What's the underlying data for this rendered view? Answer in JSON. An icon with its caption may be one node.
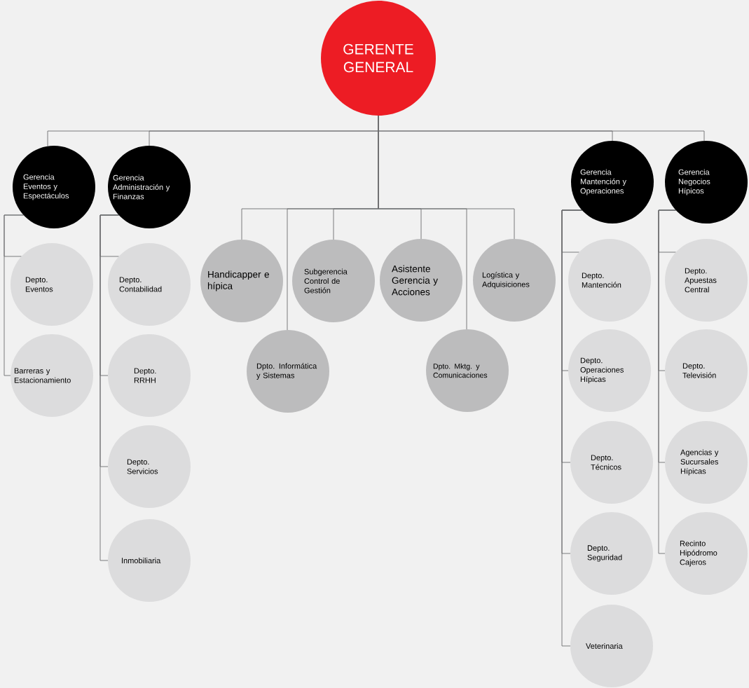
{
  "diagram": {
    "nodes": [
      {
        "text": [
          "GERENTE GENERAL"
        ]
      },
      {
        "text": [
          "Gerencia Eventos y Espectáculos"
        ]
      },
      {
        "text": [
          "Gerencia Administración y Finanzas"
        ]
      },
      {
        "text": [
          "Gerencia Mantención y Operaciones"
        ]
      },
      {
        "text": [
          "Gerencia Negocios Hípicos"
        ]
      },
      {
        "text": [
          "Handicapper e hípica"
        ]
      },
      {
        "text": [
          "Subgerencia Control de Gestión"
        ]
      },
      {
        "text": [
          "Asistente Gerencia y Acciones"
        ]
      },
      {
        "text": [
          "Logística y Adquisiciones"
        ]
      },
      {
        "text": [
          "Dpto. Informática y Sistemas"
        ]
      },
      {
        "text": [
          "Dpto. Mktg. y Comunicaciones"
        ]
      },
      {
        "text": [
          "Depto. Eventos"
        ]
      },
      {
        "text": [
          "Barreras y Estacionamiento"
        ]
      },
      {
        "text": [
          "Depto. Contabilidad"
        ]
      },
      {
        "text": [
          "Depto. RRHH"
        ]
      },
      {
        "text": [
          "Depto. Servicios"
        ]
      },
      {
        "text": [
          "Inmobiliaria"
        ]
      },
      {
        "text": [
          "Depto. Mantención"
        ]
      },
      {
        "text": [
          "Depto. Operaciones Hípicas"
        ]
      },
      {
        "text": [
          "Depto. Técnicos"
        ]
      },
      {
        "text": [
          "Depto. Seguridad"
        ]
      },
      {
        "text": [
          "Veterinaria"
        ]
      },
      {
        "text": [
          "Depto. Apuestas Central"
        ]
      },
      {
        "text": [
          "Depto. Televisión"
        ]
      },
      {
        "text": [
          "Agencias y Sucursales Hípicas"
        ]
      },
      {
        "text": [
          "Recinto Hipódromo Cajeros"
        ]
      }
    ],
    "edges": [
      {
        "from": 0,
        "to": 1,
        "arrow": "none"
      },
      {
        "from": 0,
        "to": 2,
        "arrow": "none"
      },
      {
        "from": 0,
        "to": 3,
        "arrow": "none"
      },
      {
        "from": 0,
        "to": 4,
        "arrow": "none"
      },
      {
        "from": 0,
        "to": 5,
        "arrow": "none"
      },
      {
        "from": 0,
        "to": 6,
        "arrow": "none"
      },
      {
        "from": 0,
        "to": 7,
        "arrow": "none"
      },
      {
        "from": 0,
        "to": 8,
        "arrow": "none"
      },
      {
        "from": 0,
        "to": 9,
        "arrow": "none"
      },
      {
        "from": 0,
        "to": 10,
        "arrow": "none"
      },
      {
        "from": 1,
        "to": 11,
        "arrow": "none"
      },
      {
        "from": 1,
        "to": 12,
        "arrow": "none"
      },
      {
        "from": 2,
        "to": 13,
        "arrow": "none"
      },
      {
        "from": 2,
        "to": 14,
        "arrow": "none"
      },
      {
        "from": 2,
        "to": 15,
        "arrow": "none"
      },
      {
        "from": 2,
        "to": 16,
        "arrow": "none"
      },
      {
        "from": 3,
        "to": 17,
        "arrow": "none"
      },
      {
        "from": 3,
        "to": 18,
        "arrow": "none"
      },
      {
        "from": 3,
        "to": 19,
        "arrow": "none"
      },
      {
        "from": 3,
        "to": 20,
        "arrow": "none"
      },
      {
        "from": 3,
        "to": 21,
        "arrow": "none"
      },
      {
        "from": 4,
        "to": 22,
        "arrow": "none"
      },
      {
        "from": 4,
        "to": 23,
        "arrow": "none"
      },
      {
        "from": 4,
        "to": 24,
        "arrow": "none"
      },
      {
        "from": 4,
        "to": 25,
        "arrow": "none"
      }
    ]
  }
}
